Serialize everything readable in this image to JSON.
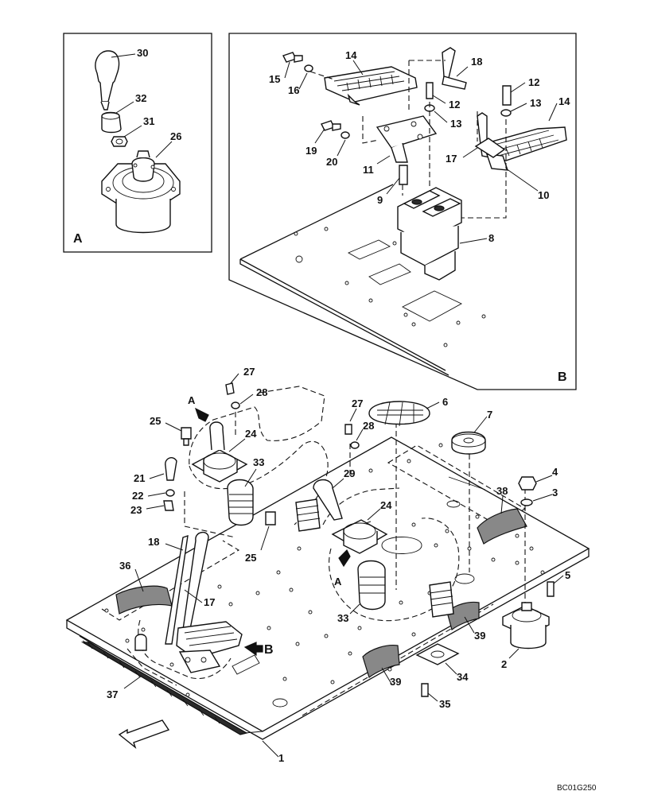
{
  "diagram": {
    "drawing_code": "BC01G250",
    "inset_a_label": "A",
    "inset_b_label": "B",
    "view_arrow_a_upper": "A",
    "view_arrow_a_lower": "A",
    "view_arrow_b": "B",
    "callouts": {
      "c30": "30",
      "c32": "32",
      "c31": "31",
      "c26": "26",
      "c14a": "14",
      "c15": "15",
      "c16": "16",
      "c18a": "18",
      "c12a": "12",
      "c12b": "12",
      "c13a": "13",
      "c13b": "13",
      "c14b": "14",
      "c17a": "17",
      "c19": "19",
      "c20": "20",
      "c11": "11",
      "c10": "10",
      "c9": "9",
      "c8": "8",
      "c27a": "27",
      "c28a": "28",
      "c6": "6",
      "c7": "7",
      "c27b": "27",
      "c28b": "28",
      "c25a": "25",
      "c24a": "24",
      "c21": "21",
      "c22": "22",
      "c23": "23",
      "c33a": "33",
      "c29": "29",
      "c24b": "24",
      "c4": "4",
      "c3": "3",
      "c38": "38",
      "c18b": "18",
      "c25b": "25",
      "c36": "36",
      "c17b": "17",
      "c33b": "33",
      "c5": "5",
      "c39a": "39",
      "c2": "2",
      "c37": "37",
      "c39b": "39",
      "c34": "34",
      "c35": "35",
      "c1": "1"
    }
  }
}
